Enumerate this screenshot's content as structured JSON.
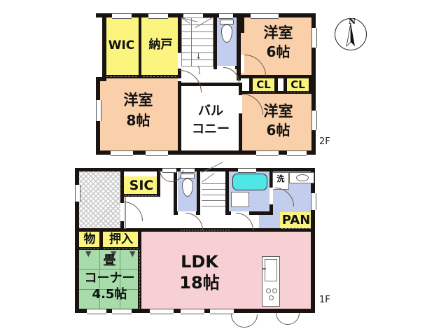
{
  "page": {
    "title": "Residential Floor Plan (Japanese)",
    "background_color": "#ffffff",
    "wall_color": "#1a1410"
  },
  "compass": {
    "name": "north-compass",
    "north_label": "N"
  },
  "floors": [
    {
      "id": "2f",
      "floor_label": "2F",
      "rooms": [
        {
          "key": "wic",
          "label": "WIC",
          "fill": "#fbf580",
          "kind": "closet"
        },
        {
          "key": "nando",
          "label": "納戸",
          "fill": "#fbf580",
          "kind": "storage"
        },
        {
          "key": "washitsu8",
          "label": "洋室",
          "area": "8帖",
          "fill": "#fad0ab",
          "kind": "bedroom"
        },
        {
          "key": "balcony",
          "label_line1": "バル",
          "label_line2": "コニー",
          "fill": "#ffffff",
          "kind": "balcony"
        },
        {
          "key": "bed6a",
          "label": "洋室",
          "area": "6帖",
          "fill": "#fad0ab",
          "kind": "bedroom"
        },
        {
          "key": "bed6b",
          "label": "洋室",
          "area": "6帖",
          "fill": "#fad0ab",
          "kind": "bedroom"
        },
        {
          "key": "cl1",
          "label": "CL",
          "fill": "#fbf580",
          "kind": "closet"
        },
        {
          "key": "cl2",
          "label": "CL",
          "fill": "#fbf580",
          "kind": "closet"
        },
        {
          "key": "wc2f",
          "label": "",
          "fill": "#c3cdee",
          "kind": "toilet"
        },
        {
          "key": "stairs2f",
          "label": "",
          "fill": "#ffffff",
          "kind": "stairs"
        },
        {
          "key": "hall2f",
          "label": "",
          "fill": "#ffffff",
          "kind": "hall"
        }
      ]
    },
    {
      "id": "1f",
      "floor_label": "1F",
      "rooms": [
        {
          "key": "genkan",
          "label": "",
          "fill": "hatch",
          "kind": "entrance"
        },
        {
          "key": "sic",
          "label": "SIC",
          "fill": "#fbf580",
          "kind": "shoe-closet"
        },
        {
          "key": "mono",
          "label": "物",
          "fill": "#fbf580",
          "kind": "storage"
        },
        {
          "key": "oshiire",
          "label": "押入",
          "fill": "#fbf580",
          "kind": "closet"
        },
        {
          "key": "tatami",
          "label_line1": "畳",
          "label_line2": "コーナー",
          "area": "4.5帖",
          "fill": "#a8dcab",
          "kind": "tatami-corner"
        },
        {
          "key": "ldk",
          "label": "LDK",
          "area": "18帖",
          "fill": "#f7d0d4",
          "kind": "living-dining-kitchen"
        },
        {
          "key": "wc1f",
          "label": "",
          "fill": "#c3cdee",
          "kind": "toilet"
        },
        {
          "key": "bath",
          "label": "",
          "fill": "#c3cdee",
          "kind": "bathroom"
        },
        {
          "key": "washroom",
          "label": "洗",
          "fill": "#c3cdee",
          "kind": "washroom"
        },
        {
          "key": "pan",
          "label": "PAN",
          "fill": "#fbf580",
          "kind": "pantry"
        },
        {
          "key": "hall1f",
          "label": "",
          "fill": "#ffffff",
          "kind": "hall"
        },
        {
          "key": "stairs1f",
          "label": "",
          "fill": "#ffffff",
          "kind": "stairs"
        }
      ]
    }
  ]
}
